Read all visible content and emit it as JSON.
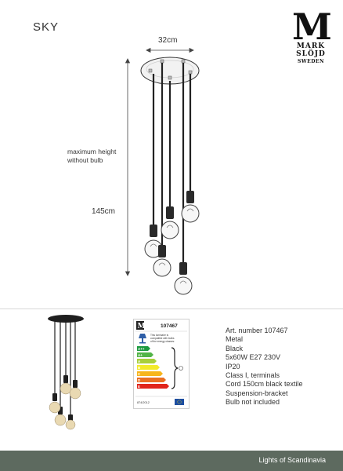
{
  "header": {
    "product_name": "SKY"
  },
  "logo": {
    "letter": "M",
    "line1": "MARK",
    "line2": "SLÖJD",
    "line3": "SWEDEN"
  },
  "dimensions": {
    "width_label": "32cm",
    "height_label": "145cm",
    "note_line1": "maximum height",
    "note_line2": "without bulb"
  },
  "energy_label": {
    "article_number": "107467",
    "compat_text": "This luminaire is compatible with bulbs of the energy classes:",
    "classes": [
      {
        "label": "A++",
        "color": "#1c9a3f"
      },
      {
        "label": "A+",
        "color": "#52b447"
      },
      {
        "label": "A",
        "color": "#a8cf3b"
      },
      {
        "label": "B",
        "color": "#f3ea2a"
      },
      {
        "label": "C",
        "color": "#f7b51c"
      },
      {
        "label": "D",
        "color": "#ea6f22"
      },
      {
        "label": "E",
        "color": "#e1251b"
      }
    ],
    "regulation": "874/2012"
  },
  "specs": [
    "Art. number 107467",
    "Metal",
    "Black",
    "5x60W E27 230V",
    "IP20",
    "Class I, terminals",
    "Cord 150cm black textile",
    "Suspension-bracket",
    "Bulb not included"
  ],
  "footer": {
    "brand": "Lights of Scandinavia"
  },
  "colors": {
    "footer_bg": "#5d6a5f",
    "lamp_black": "#1f1f1f"
  }
}
